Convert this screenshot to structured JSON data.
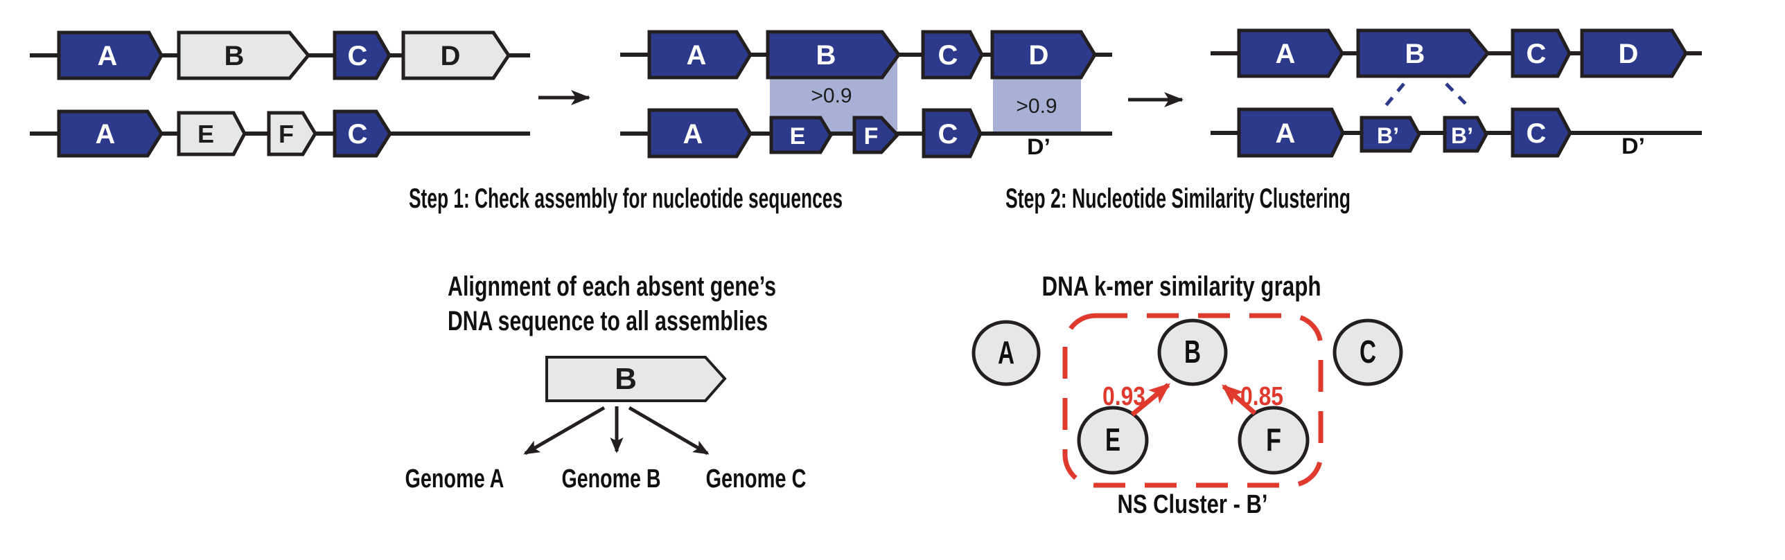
{
  "colors": {
    "navy": "#2D3A8C",
    "light_gray": "#E6E7E8",
    "lavender": "#A8B0D6",
    "red": "#E0392E",
    "outline": "#231F20"
  },
  "captions": {
    "step1": "Step 1: Check assembly for nucleotide sequences",
    "step2": "Step 2: Nucleotide Similarity Clustering"
  },
  "genome_pair_before": {
    "top_genes": [
      "A",
      "B",
      "C",
      "D"
    ],
    "bottom_genes": [
      "A",
      "E",
      "F",
      "C"
    ]
  },
  "genome_pair_step1": {
    "top_genes": [
      "A",
      "B",
      "C",
      "D"
    ],
    "bottom_genes": [
      "A",
      "E",
      "F",
      "C"
    ],
    "similarity_b": ">0.9",
    "similarity_d": ">0.9",
    "d_prime": "D’"
  },
  "genome_pair_step2": {
    "top_genes": [
      "A",
      "B",
      "C",
      "D"
    ],
    "bottom_genes": [
      "A",
      "B’",
      "B’",
      "C"
    ],
    "d_prime": "D’"
  },
  "alignment_diagram": {
    "title_line1": "Alignment of each absent gene’s",
    "title_line2": "DNA sequence to all assemblies",
    "query_gene": "B",
    "targets": [
      "Genome A",
      "Genome B",
      "Genome C"
    ]
  },
  "similarity_graph": {
    "title": "DNA k-mer similarity graph",
    "nodes": [
      "A",
      "B",
      "C",
      "E",
      "F"
    ],
    "edge_weights": [
      "0.93",
      "0.85"
    ],
    "cluster_label": "NS Cluster - B’"
  }
}
